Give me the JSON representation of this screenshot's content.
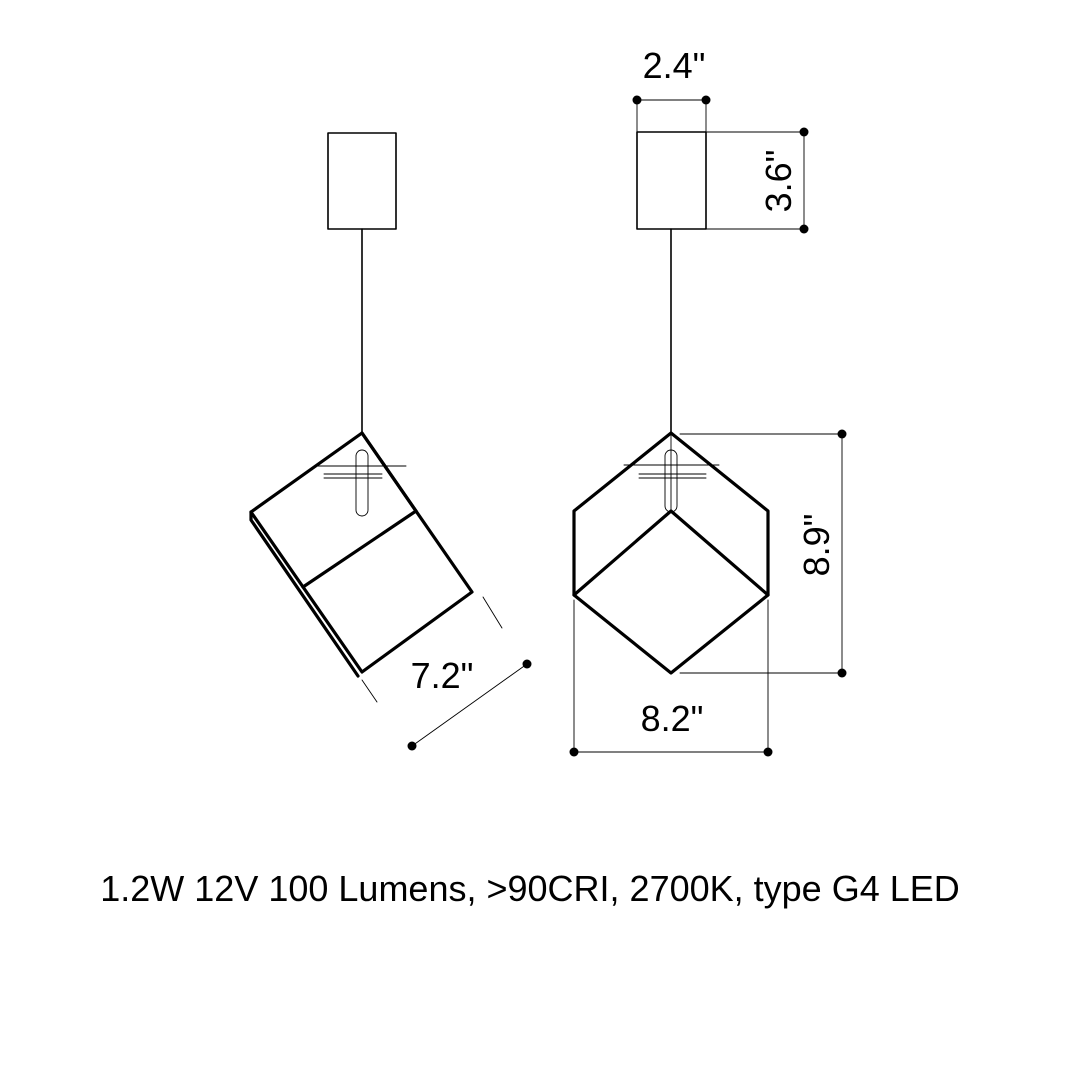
{
  "dimensions": {
    "canopy_width": "2.4\"",
    "canopy_height": "3.6\"",
    "cube_height": "8.9\"",
    "cube_width": "8.2\"",
    "side_depth": "7.2\""
  },
  "spec_text": "1.2W 12V 100 Lumens, >90CRI, 2700K, type G4 LED",
  "colors": {
    "line": "#000000",
    "background": "#ffffff"
  }
}
